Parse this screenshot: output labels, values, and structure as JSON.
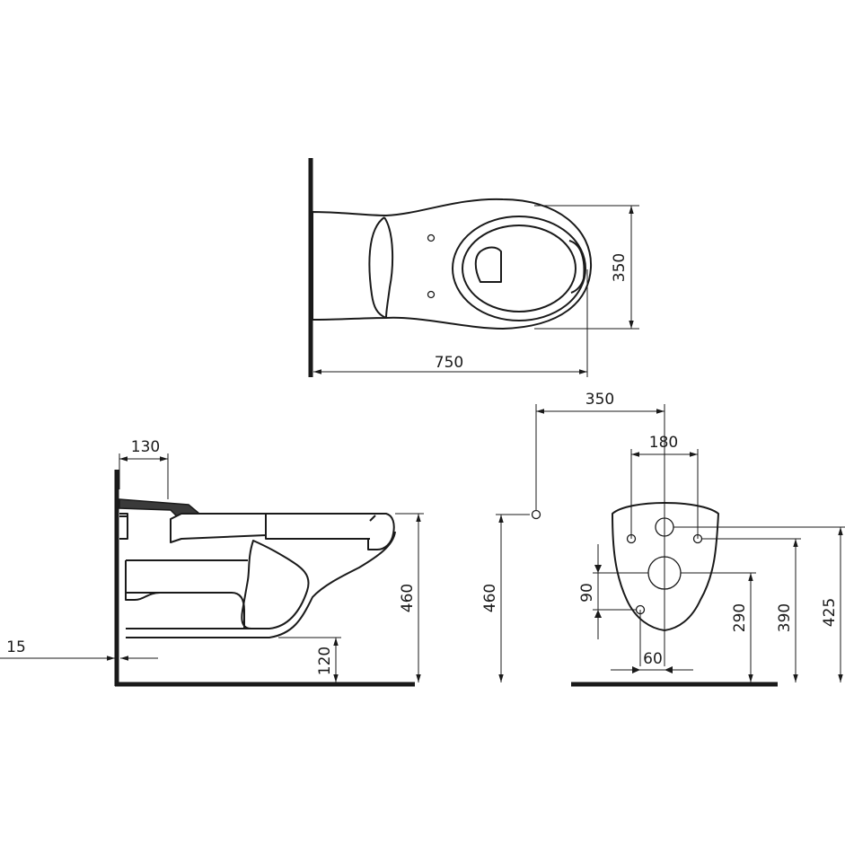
{
  "top_view": {
    "length_label": "750",
    "width_label": "350"
  },
  "side_view": {
    "wall_offset_label": "130",
    "height_label": "460",
    "bottom_clearance_label": "120",
    "wall_thickness_label": "15"
  },
  "rear_view": {
    "axis_distance_label": "350",
    "height_label": "460",
    "bolt_spacing_label": "180",
    "drain_offset_label": "90",
    "water_inlet_offset_label": "60",
    "drain_height_label": "290",
    "inlet_height_label": "390",
    "bolt_height_label": "425"
  }
}
